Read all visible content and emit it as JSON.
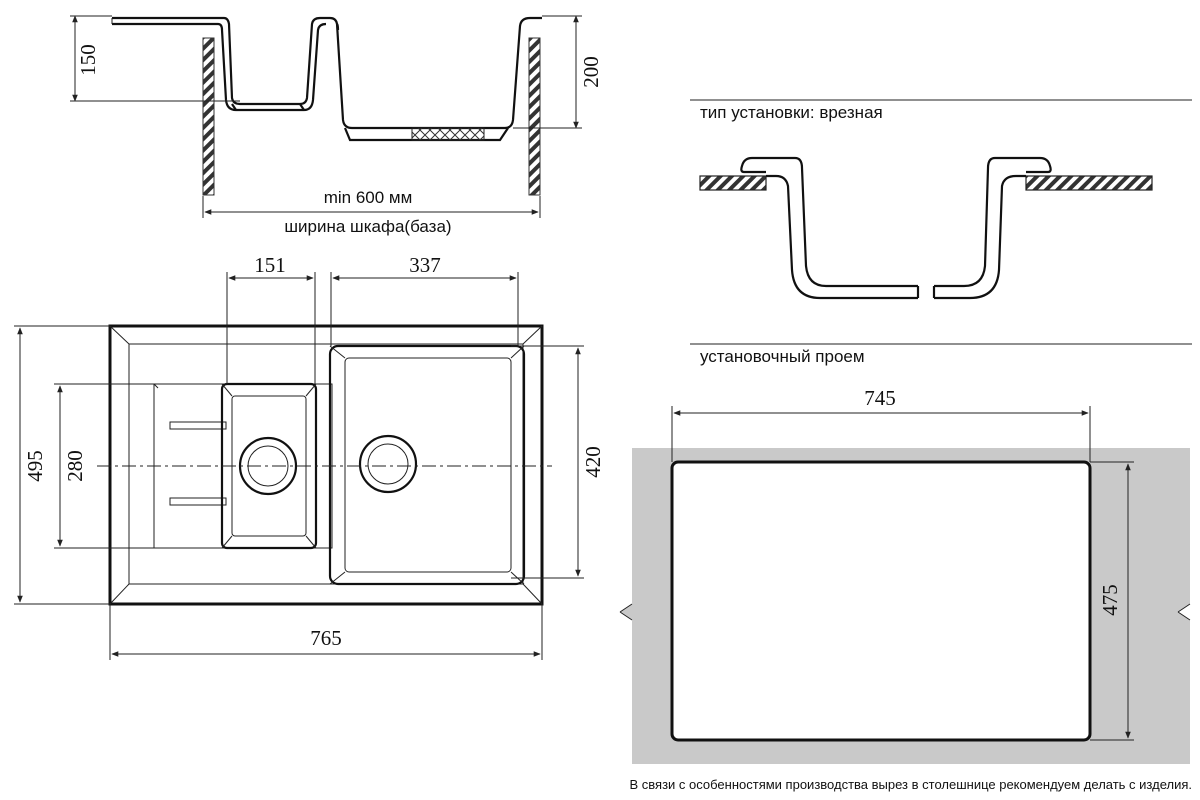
{
  "dimensions": {
    "depth_small_bowl": "150",
    "depth_large_bowl": "200",
    "cabinet_min": "min 600 мм",
    "cabinet_label": "ширина шкафа(база)",
    "small_bowl_width": "151",
    "large_bowl_width": "337",
    "total_depth": "495",
    "small_bowl_depth": "280",
    "large_bowl_depth": "420",
    "total_width": "765",
    "cutout_width": "745",
    "cutout_depth": "475"
  },
  "labels": {
    "install_type": "тип установки: врезная",
    "cutout_title": "установочный проем",
    "footnote": "В связи с особенностями производства вырез в столешнице рекомендуем делать с изделия."
  },
  "colors": {
    "countertop_gray": "#c9c9c9",
    "line": "#111111"
  }
}
